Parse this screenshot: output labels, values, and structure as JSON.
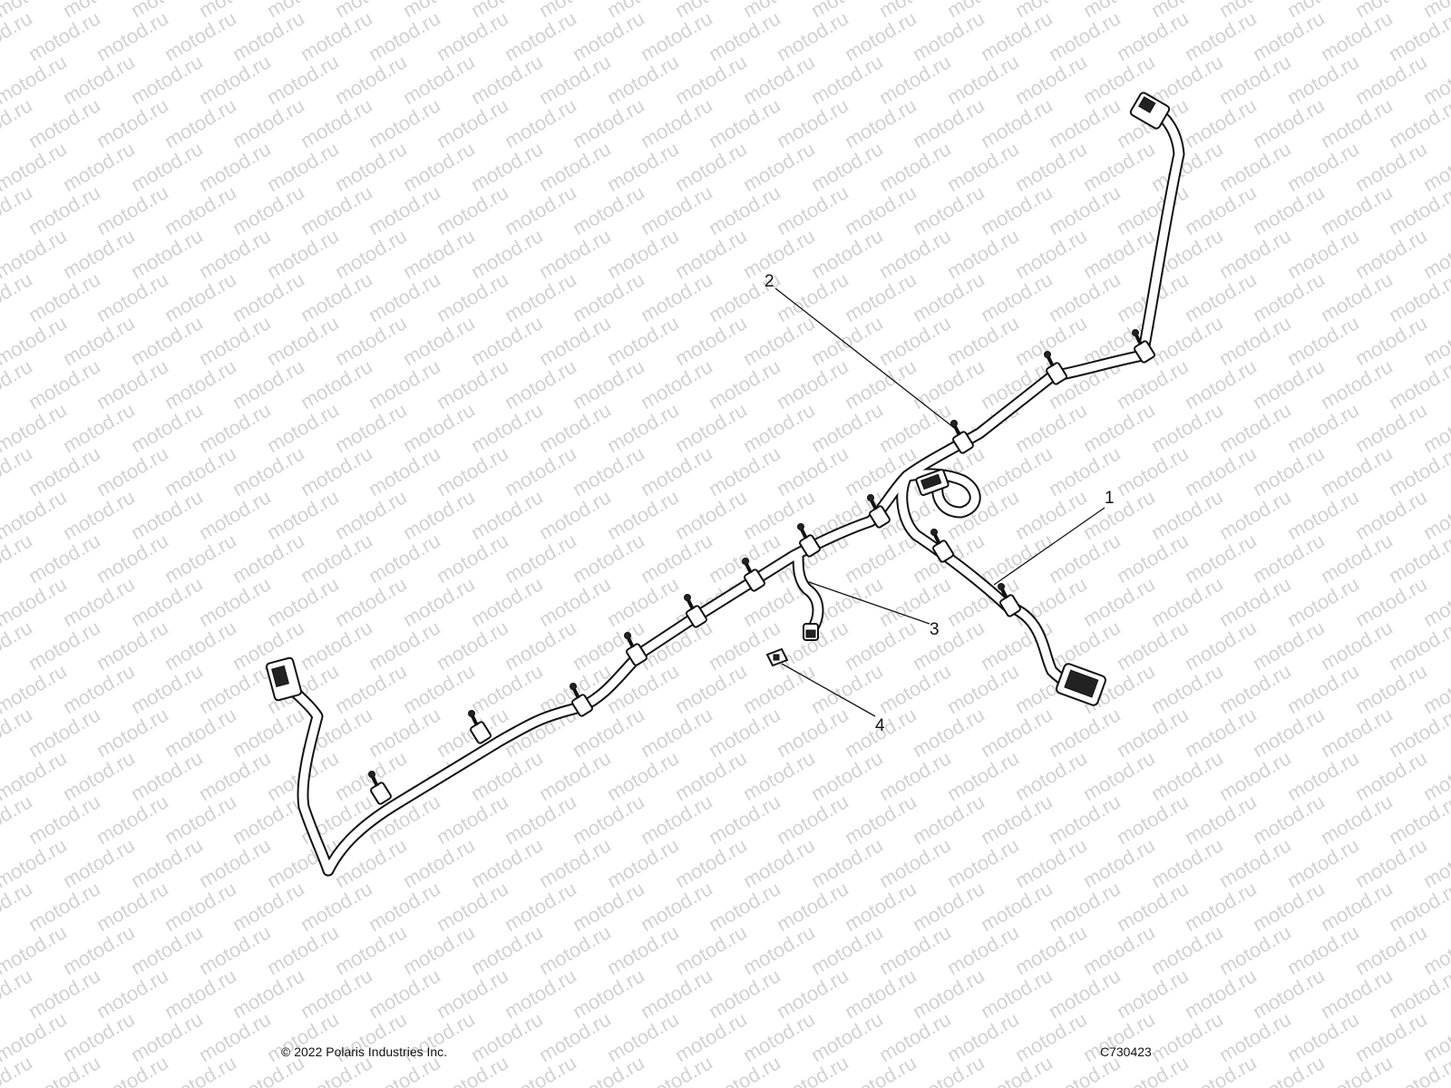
{
  "watermark": "motod.ru",
  "callouts": [
    {
      "id": "1",
      "label": "1"
    },
    {
      "id": "2",
      "label": "2"
    },
    {
      "id": "3",
      "label": "3"
    },
    {
      "id": "4",
      "label": "4"
    }
  ],
  "footer": {
    "copyright": "© 2022 Polaris Industries Inc.",
    "figure_code": "C730423"
  },
  "colors": {
    "line": "#111111",
    "watermark": "#d2d2d2",
    "background": "#ffffff"
  }
}
